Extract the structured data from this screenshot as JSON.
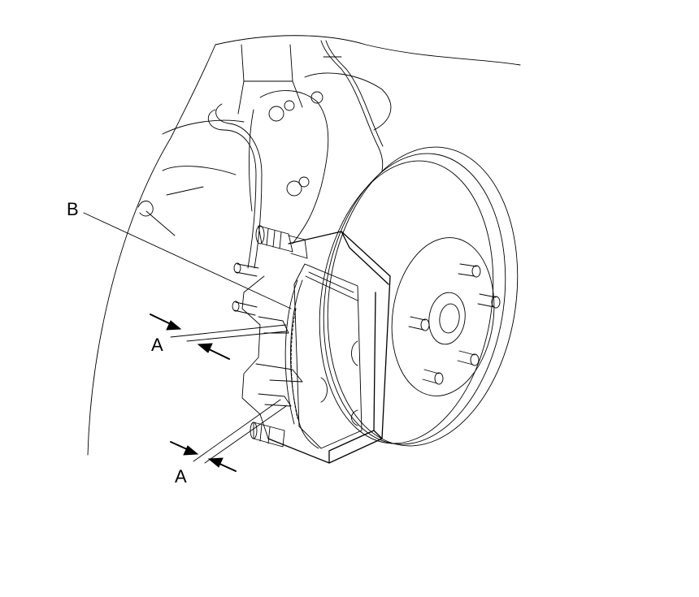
{
  "labels": {
    "b": "B",
    "a_upper": "A",
    "a_lower": "A"
  },
  "icons": [
    "measurement-arrow-icon"
  ],
  "colors": {
    "line": "#000000",
    "background": "#ffffff"
  }
}
